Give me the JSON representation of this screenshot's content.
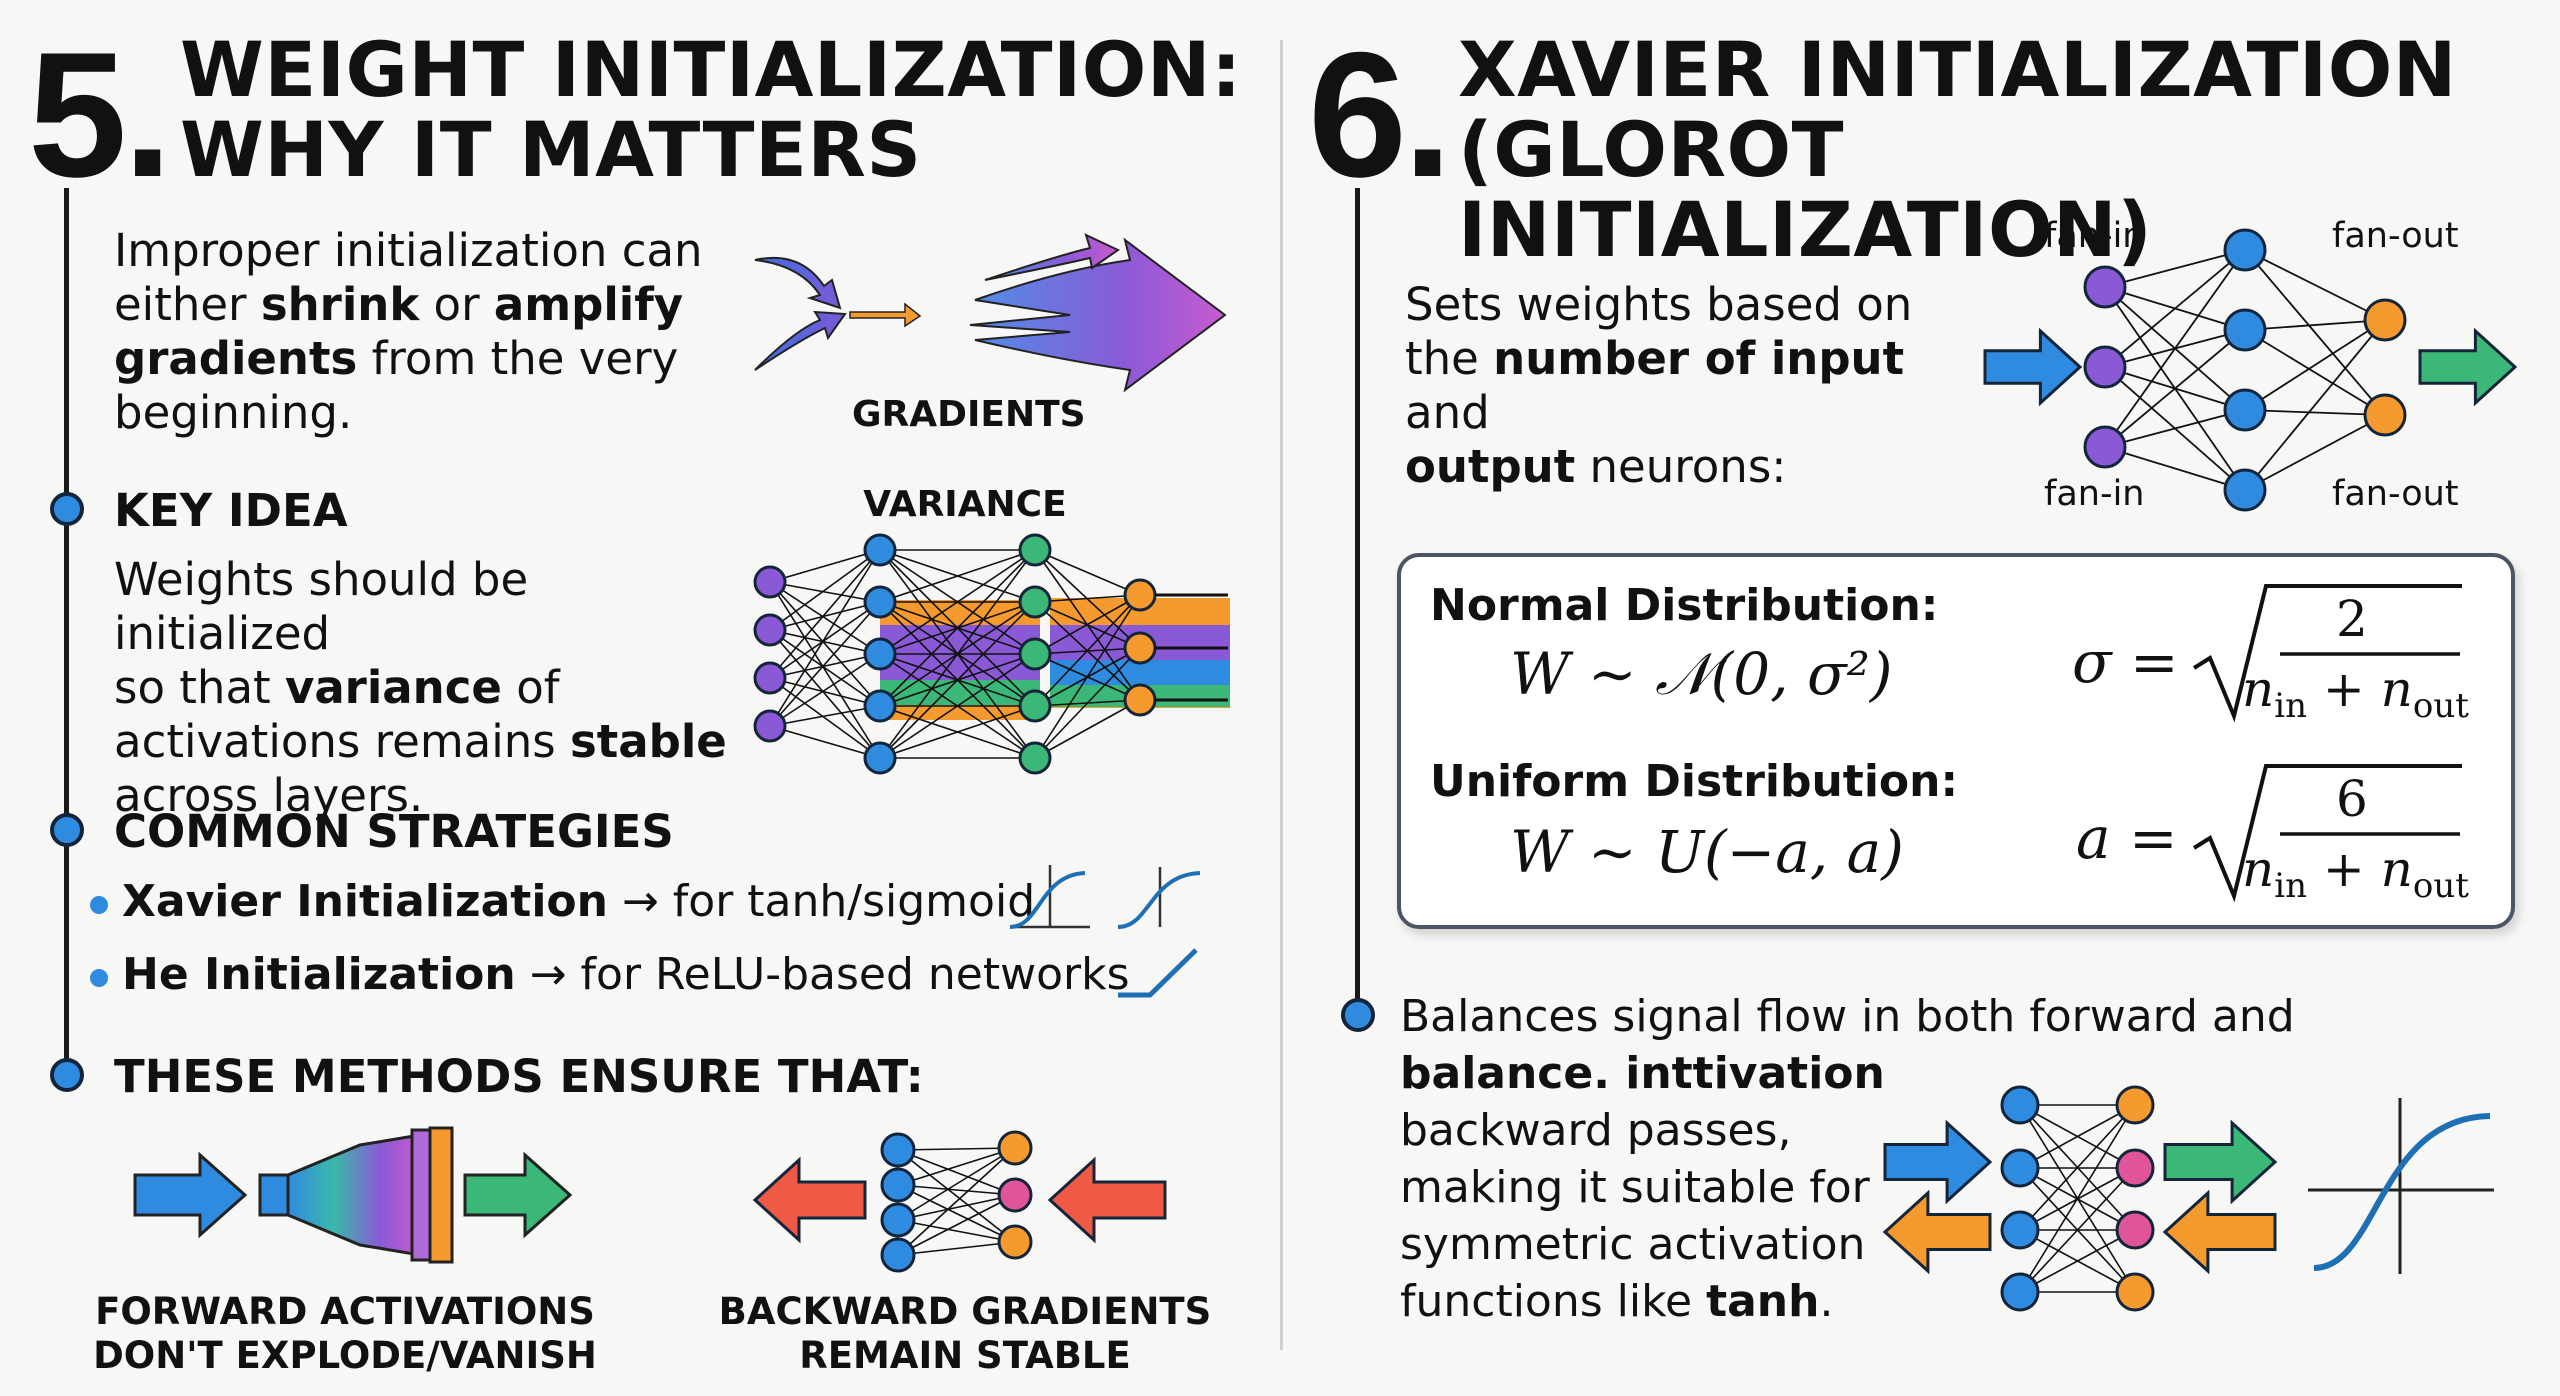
{
  "left": {
    "number": "5.",
    "title_line1": "WEIGHT INITIALIZATION:",
    "title_line2": "WHY IT MATTERS",
    "intro": {
      "l1": "Improper initialization can",
      "l2_a": "either ",
      "l2_b": "shrink",
      "l2_c": " or ",
      "l2_d": "amplify",
      "l3_a": "gradients",
      "l3_b": " from the very",
      "l4": "beginning."
    },
    "gradients_label": "GRADIENTS",
    "key_idea": {
      "heading": "KEY IDEA",
      "l1": "Weights should be initialized",
      "l2_a": "so that ",
      "l2_b": "variance",
      "l2_c": " of",
      "l3_a": "activations remains ",
      "l3_b": "stable",
      "l4": "across layers."
    },
    "variance_label": "VARIANCE",
    "strategies": {
      "heading": "COMMON STRATEGIES",
      "item1_name": "Xavier Initialization",
      "item1_rest": " → for tanh/sigmoid",
      "item2_name": "He Initialization",
      "item2_rest": " → for ReLU-based networks"
    },
    "ensure_heading": "THESE METHODS ENSURE THAT:",
    "caption_forward_l1": "FORWARD ACTIVATIONS",
    "caption_forward_l2": "DON'T EXPLODE/VANISH",
    "caption_backward_l1": "BACKWARD GRADIENTS",
    "caption_backward_l2": "REMAIN STABLE"
  },
  "right": {
    "number": "6.",
    "title_line1": "XAVIER INITIALIZATION",
    "title_line2": "(GLOROT INITIALIZATION)",
    "intro": {
      "l1": "Sets weights based on",
      "l2_a": "the ",
      "l2_b": "number of input",
      "l2_c": " and",
      "l3_a": "output",
      "l3_b": " neurons:"
    },
    "fan_in_top": "fan-in",
    "fan_out_top": "fan-out",
    "fan_in_bottom": "fan-in",
    "fan_out_bottom": "fan-out",
    "normal_heading": "Normal Distribution:",
    "normal_formula": "W ∼ 𝒩(0, σ²)",
    "sigma_lhs": "σ =",
    "sigma_numerator": "2",
    "uniform_heading": "Uniform Distribution:",
    "uniform_formula": "W ∼ U(−a, a)",
    "a_lhs": "a =",
    "a_numerator": "6",
    "denominator_n": "n",
    "denominator_in": "in",
    "denominator_plus": " + ",
    "denominator_out": "out",
    "balance": {
      "l1": "Balances signal flow in both forward and",
      "l2": "balance. inttivation",
      "l3": "backward passes,",
      "l4": "making it suitable for",
      "l5": "symmetric activation",
      "l6_a": "functions like ",
      "l6_b": "tanh",
      "l6_c": "."
    }
  },
  "colors": {
    "blue": "#2f8be0",
    "orange": "#f59a2e",
    "purple": "#8a5ad6",
    "green": "#3bb878",
    "red": "#ee5a45",
    "pink": "#e0559a"
  }
}
